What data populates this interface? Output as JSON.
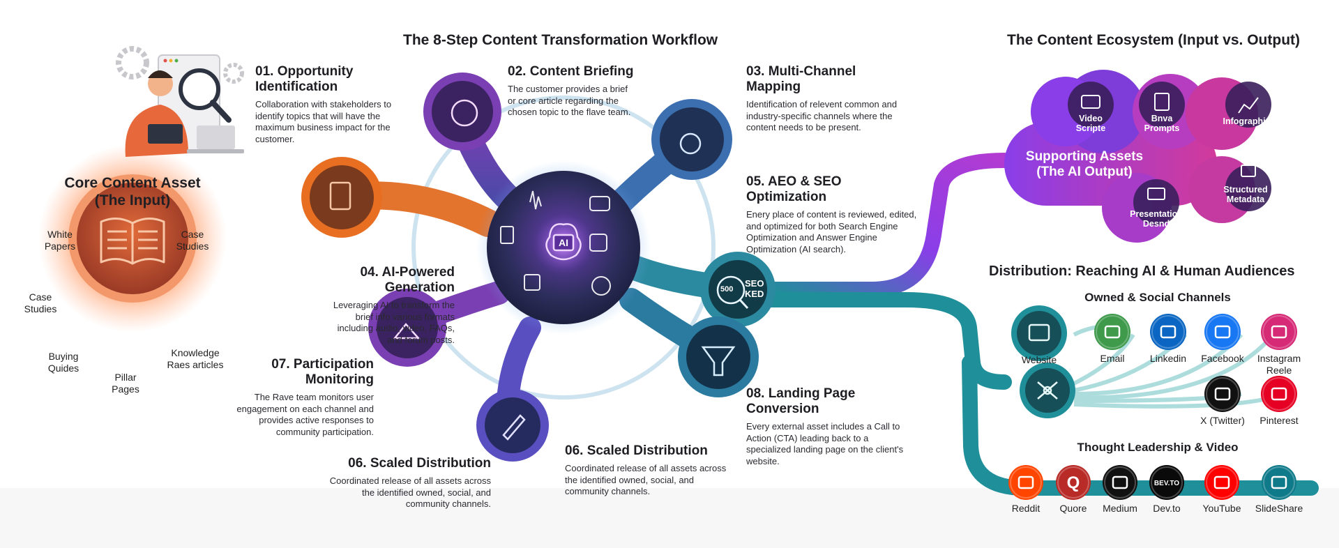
{
  "header": {
    "workflow_title": "The 8-Step Content Transformation Workflow",
    "ecosystem_title": "The Content Ecosystem (Input vs. Output)"
  },
  "core_asset": {
    "title_line1": "Core Content Asset",
    "title_line2": "(The Input)",
    "labels": [
      "White Papers",
      "Case Studies",
      "Case Studies",
      "Buying Quides",
      "Pillar Pages",
      "Knowledge Raes articles"
    ],
    "icon": "open-book-icon",
    "colors": {
      "glow": "#ff8a4a",
      "core": "#b8482c"
    }
  },
  "hub": {
    "label": "AI",
    "icon": "brain-icon"
  },
  "steps": [
    {
      "title": "01. Opportunity Identification",
      "description": "Collaboration with stakeholders to identify topics that will have the maximum business impact for the customer."
    },
    {
      "title": "02. Content Briefing",
      "description": "The customer provides a brief or core article regarding the chosen topic to the flave team."
    },
    {
      "title": "03. Multi-Channel Mapping",
      "description": "Identification of relevent common and industry-specific channels where the content needs to be present."
    },
    {
      "title": "04. AI-Powered Generation",
      "description": "Leveraging AI to transform the brief info various formats including audio, video, FAQs, and forum posts."
    },
    {
      "title": "05. AEO & SEO Optimization",
      "description": "Enery place of content is reviewed, edited, and optimized for both Search Engine Optimization and Answer Engine Optimization (AI search)."
    },
    {
      "title": "06. Scaled Distribution",
      "description": "Coordinated release of all assets across the identified owned, social, and community channels."
    },
    {
      "title": "06. Scaled Distribution",
      "description": "Coordinated release of all assets across the identified owned, social, and community channels."
    },
    {
      "title": "07. Participation Monitoring",
      "description": "The Rave team monitors user engagement on each channel and provides active responses to community participation."
    },
    {
      "title": "08. Landing Page Conversion",
      "description": "Every external asset includes a Call to Action (CTA) leading back to a specialized landing page on the client's website."
    }
  ],
  "seo_node": {
    "line1": "SEO",
    "line2": "KED",
    "badge": "500"
  },
  "supporting_assets": {
    "title_line1": "Supporting Assets",
    "title_line2": "(The AI Output)",
    "items": [
      "Video Scripte",
      "Bnva Prompts",
      "Infographics",
      "Presentation Desnd",
      "Structured Metadata"
    ]
  },
  "distribution": {
    "title": "Distribution: Reaching AI & Human Audiences",
    "owned_heading": "Owned & Social Channels",
    "owned_channels": [
      {
        "label": "Website",
        "icon": "browser-icon",
        "color": "#1f6b72"
      },
      {
        "label": "Email",
        "icon": "envelope-icon",
        "color": "#3f9a4c"
      },
      {
        "label": "Linkedin",
        "icon": "linkedin-icon",
        "color": "#0a66c2"
      },
      {
        "label": "Facebook",
        "icon": "facebook-icon",
        "color": "#1877f2"
      },
      {
        "label": "Instagram Reele",
        "icon": "instagram-icon",
        "color": "#d62976"
      },
      {
        "label": "X (Twitter)",
        "icon": "x-icon",
        "color": "#111111"
      },
      {
        "label": "Pinterest",
        "icon": "pinterest-icon",
        "color": "#e60023"
      }
    ],
    "thought_heading": "Thought Leadership & Video",
    "thought_channels": [
      {
        "label": "Reddit",
        "icon": "reddit-icon",
        "color": "#ff4500"
      },
      {
        "label": "Quore",
        "icon": "quora-icon",
        "color": "#b92b27",
        "glyph": "Q"
      },
      {
        "label": "Medium",
        "icon": "medium-icon",
        "color": "#111111"
      },
      {
        "label": "Dev.to",
        "icon": "devto-icon",
        "color": "#0a0a0a",
        "glyph": "BEV.TO"
      },
      {
        "label": "YouTube",
        "icon": "youtube-icon",
        "color": "#ff0000"
      },
      {
        "label": "SlideShare",
        "icon": "slideshare-icon",
        "color": "#0f7a8a"
      }
    ]
  }
}
